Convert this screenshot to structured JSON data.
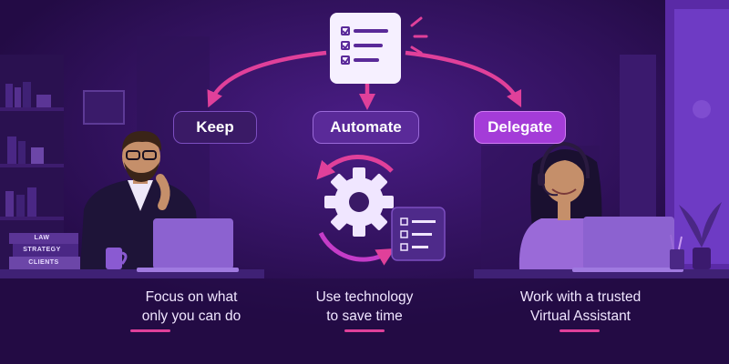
{
  "pills": {
    "keep": "Keep",
    "automate": "Automate",
    "delegate": "Delegate"
  },
  "captions": {
    "keep": [
      "Focus on what",
      "only you can do"
    ],
    "automate": [
      "Use technology",
      "to save time"
    ],
    "delegate": [
      "Work with a trusted",
      "Virtual Assistant"
    ]
  },
  "books": [
    "LAW",
    "STRATEGY",
    "CLIENTS"
  ],
  "colors": {
    "background": "#2a0f52",
    "accent_pink": "#e0409a",
    "accent_purple": "#a43cd8",
    "text_light": "#f0e6ff"
  },
  "icons": [
    "checklist-icon",
    "gear-icon",
    "cycle-arrows-icon",
    "sparkle-icon",
    "headset-icon"
  ]
}
